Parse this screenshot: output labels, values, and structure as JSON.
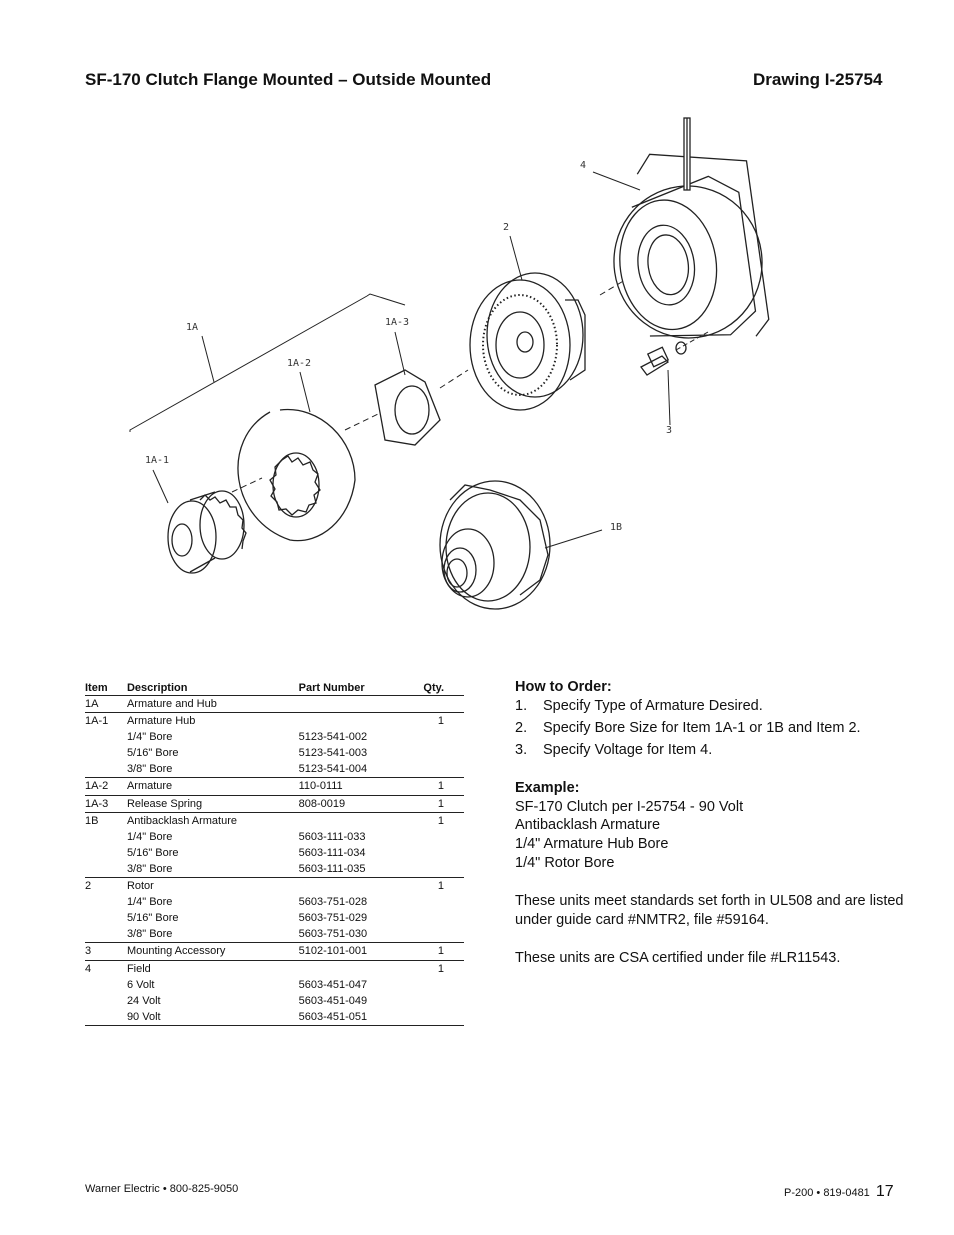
{
  "header": {
    "title": "SF-170 Clutch Flange Mounted – Outside Mounted",
    "drawing": "Drawing I-25754"
  },
  "drawing_labels": {
    "l4": "4",
    "l2": "2",
    "l1a": "1A",
    "l1a3": "1A-3",
    "l1a2": "1A-2",
    "l1a1": "1A-1",
    "l3": "3",
    "l1b": "1B"
  },
  "table": {
    "headers": [
      "Item",
      "Description",
      "Part Number",
      "Qty."
    ],
    "rows": [
      [
        "1A",
        "Armature and Hub",
        "",
        ""
      ],
      [
        "1A-1",
        "Armature Hub",
        "",
        "1"
      ],
      [
        "",
        "1/4\" Bore",
        "5123-541-002",
        ""
      ],
      [
        "",
        "5/16\" Bore",
        "5123-541-003",
        ""
      ],
      [
        "",
        "3/8\" Bore",
        "5123-541-004",
        ""
      ],
      [
        "1A-2",
        "Armature",
        "110-0111",
        "1"
      ],
      [
        "1A-3",
        "Release Spring",
        "808-0019",
        "1"
      ],
      [
        "1B",
        "Antibacklash Armature",
        "",
        "1"
      ],
      [
        "",
        "1/4\" Bore",
        "5603-111-033",
        ""
      ],
      [
        "",
        "5/16\" Bore",
        "5603-111-034",
        ""
      ],
      [
        "",
        "3/8\" Bore",
        "5603-111-035",
        ""
      ],
      [
        "2",
        "Rotor",
        "",
        "1"
      ],
      [
        "",
        "1/4\" Bore",
        "5603-751-028",
        ""
      ],
      [
        "",
        "5/16\" Bore",
        "5603-751-029",
        ""
      ],
      [
        "",
        "3/8\" Bore",
        "5603-751-030",
        ""
      ],
      [
        "3",
        "Mounting Accessory",
        "5102-101-001",
        "1"
      ],
      [
        "4",
        "Field",
        "",
        "1"
      ],
      [
        "",
        "6 Volt",
        "5603-451-047",
        ""
      ],
      [
        "",
        "24 Volt",
        "5603-451-049",
        ""
      ],
      [
        "",
        "90 Volt",
        "5603-451-051",
        ""
      ]
    ]
  },
  "order": {
    "heading": "How to Order:",
    "steps": [
      {
        "n": "1.",
        "text": "Specify Type of Armature Desired."
      },
      {
        "n": "2.",
        "text": "Specify Bore Size for Item 1A-1 or 1B and Item 2."
      },
      {
        "n": "3.",
        "text": "Specify Voltage for Item 4."
      }
    ],
    "example_heading": "Example:",
    "example_lines": [
      "SF-170 Clutch per I-25754 - 90 Volt",
      "Antibacklash Armature",
      "1/4\" Armature Hub Bore",
      "1/4\" Rotor Bore"
    ],
    "note1": "These units meet standards set forth in UL508 and are listed under guide card #NMTR2, file #59164.",
    "note2": "These units are CSA certified under file #LR11543."
  },
  "footer": {
    "left": "Warner Electric • 800-825-9050",
    "right": "P-200 • 819-0481",
    "page": "17"
  }
}
